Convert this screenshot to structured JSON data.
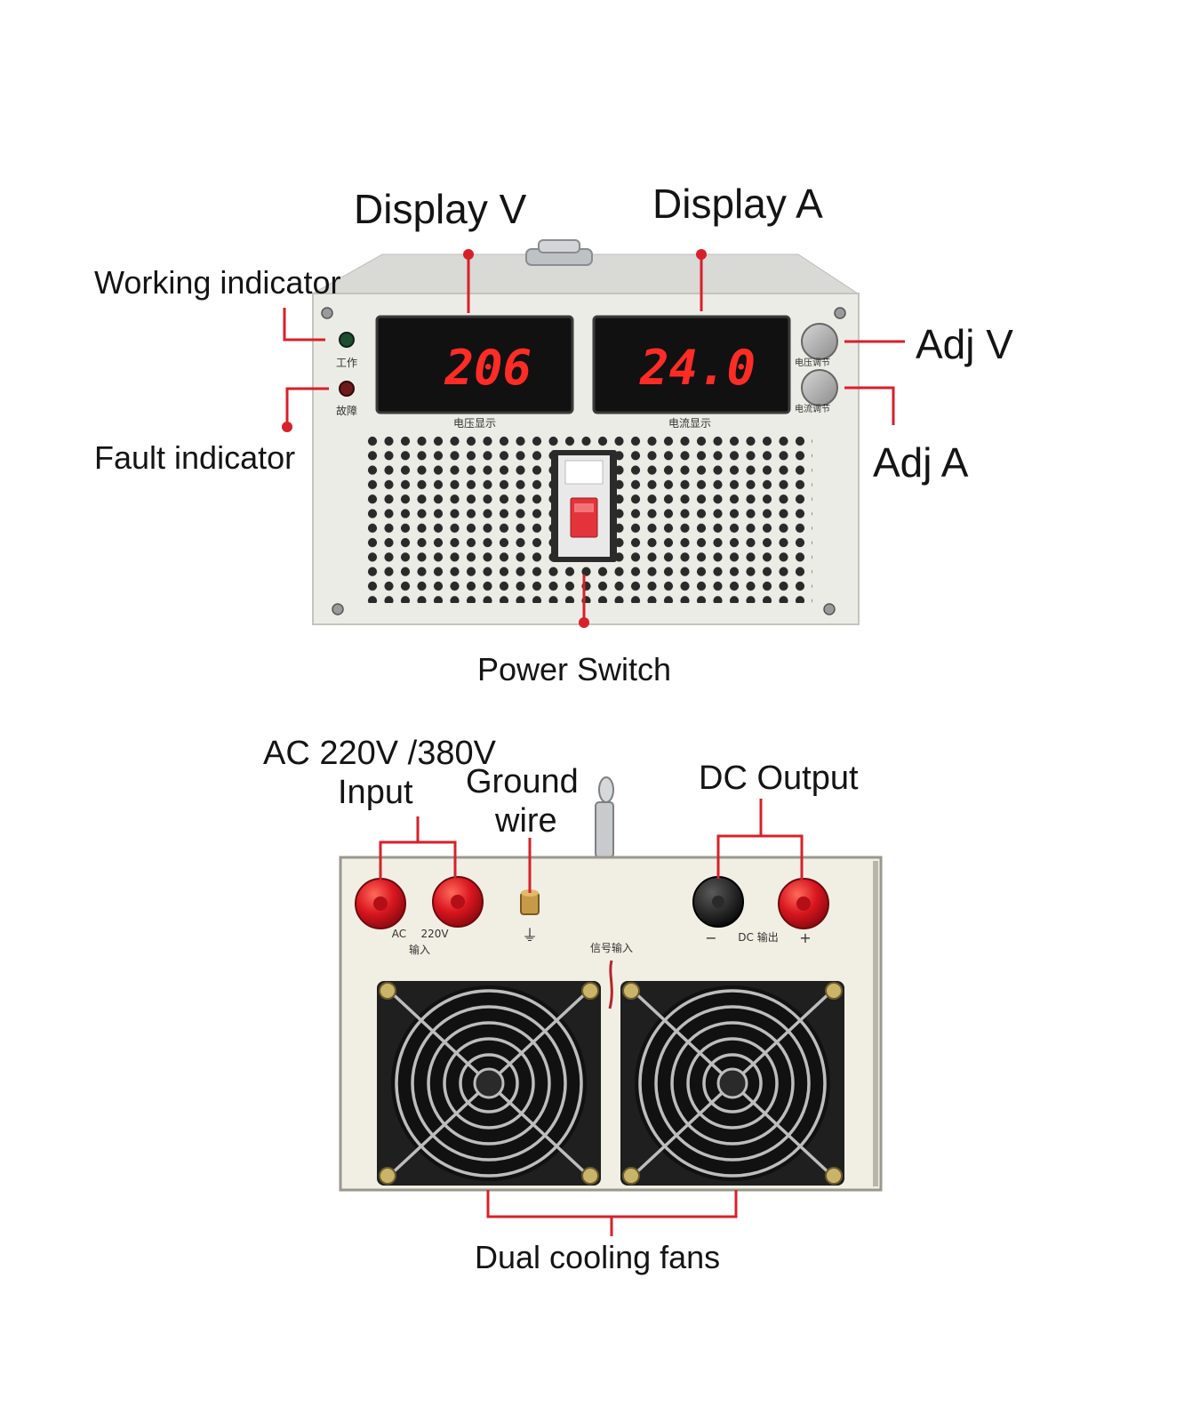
{
  "colors": {
    "annotation_line": "#d8202a",
    "front_panel": "#ecece6",
    "back_panel": "#f1efe4",
    "display_digits": "#ff2c25",
    "terminal_red": "#d9161f",
    "text": "#141414"
  },
  "front_view": {
    "voltage_reading": "206",
    "current_reading": "24.0",
    "panel_labels": {
      "working": "工作",
      "fault": "故障",
      "voltage_display": "电压显示",
      "current_display": "电流显示",
      "voltage_adjust": "电压调节",
      "current_adjust": "电流调节"
    },
    "callouts": {
      "display_v": "Display V",
      "display_a": "Display A",
      "working_indicator": "Working indicator",
      "fault_indicator": "Fault indicator",
      "adj_v": "Adj V",
      "adj_a": "Adj A",
      "power_switch": "Power Switch"
    }
  },
  "back_view": {
    "panel_labels": {
      "ac": "AC",
      "v220": "220V",
      "input": "输入",
      "ground_symbol": "⏚",
      "signal_input": "信号输入",
      "minus": "−",
      "dc_output": "DC 输出",
      "plus": "+"
    },
    "callouts": {
      "ac_input_line1": "AC 220V /380V",
      "ac_input_line2": "Input",
      "ground_line1": "Ground",
      "ground_line2": "wire",
      "dc_output": "DC Output",
      "cooling_fans": "Dual cooling fans"
    }
  }
}
